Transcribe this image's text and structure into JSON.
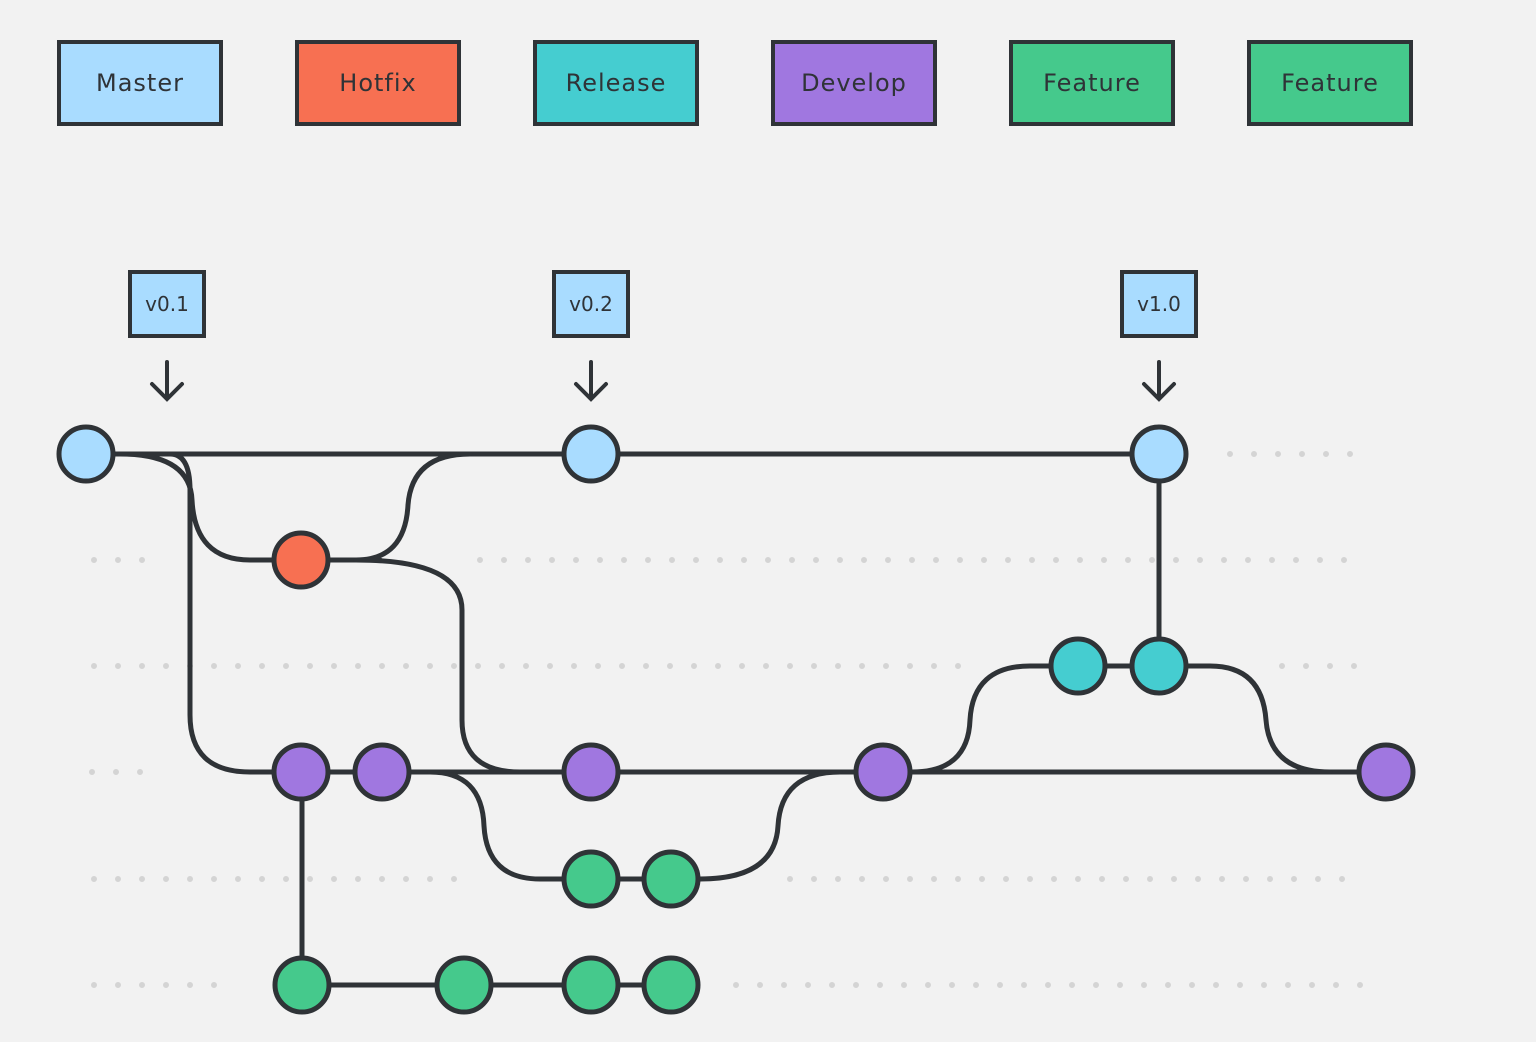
{
  "colors": {
    "master": "#a9dcff",
    "hotfix": "#f77052",
    "release": "#45cdd0",
    "develop": "#a077e0",
    "feature": "#45c98c",
    "stroke": "#2f3337",
    "dots": "#d4d4d4"
  },
  "legend": [
    {
      "label": "Master",
      "color": "#a9dcff"
    },
    {
      "label": "Hotfix",
      "color": "#f77052"
    },
    {
      "label": "Release",
      "color": "#45cdd0"
    },
    {
      "label": "Develop",
      "color": "#a077e0"
    },
    {
      "label": "Feature",
      "color": "#45c98c"
    },
    {
      "label": "Feature",
      "color": "#45c98c"
    }
  ],
  "tags": [
    {
      "label": "v0.1"
    },
    {
      "label": "v0.2"
    },
    {
      "label": "v1.0"
    }
  ],
  "lanes": [
    {
      "branch": "master"
    },
    {
      "branch": "hotfix"
    },
    {
      "branch": "release"
    },
    {
      "branch": "develop"
    },
    {
      "branch": "feature"
    },
    {
      "branch": "feature"
    }
  ],
  "commits": [
    {
      "branch": "master",
      "tag": "v0.1"
    },
    {
      "branch": "master",
      "tag": "v0.2"
    },
    {
      "branch": "master",
      "tag": "v1.0"
    },
    {
      "branch": "hotfix"
    },
    {
      "branch": "release"
    },
    {
      "branch": "release"
    },
    {
      "branch": "develop"
    },
    {
      "branch": "develop"
    },
    {
      "branch": "develop"
    },
    {
      "branch": "develop"
    },
    {
      "branch": "develop"
    },
    {
      "branch": "feature"
    },
    {
      "branch": "feature"
    },
    {
      "branch": "feature"
    },
    {
      "branch": "feature"
    },
    {
      "branch": "feature"
    },
    {
      "branch": "feature"
    }
  ]
}
